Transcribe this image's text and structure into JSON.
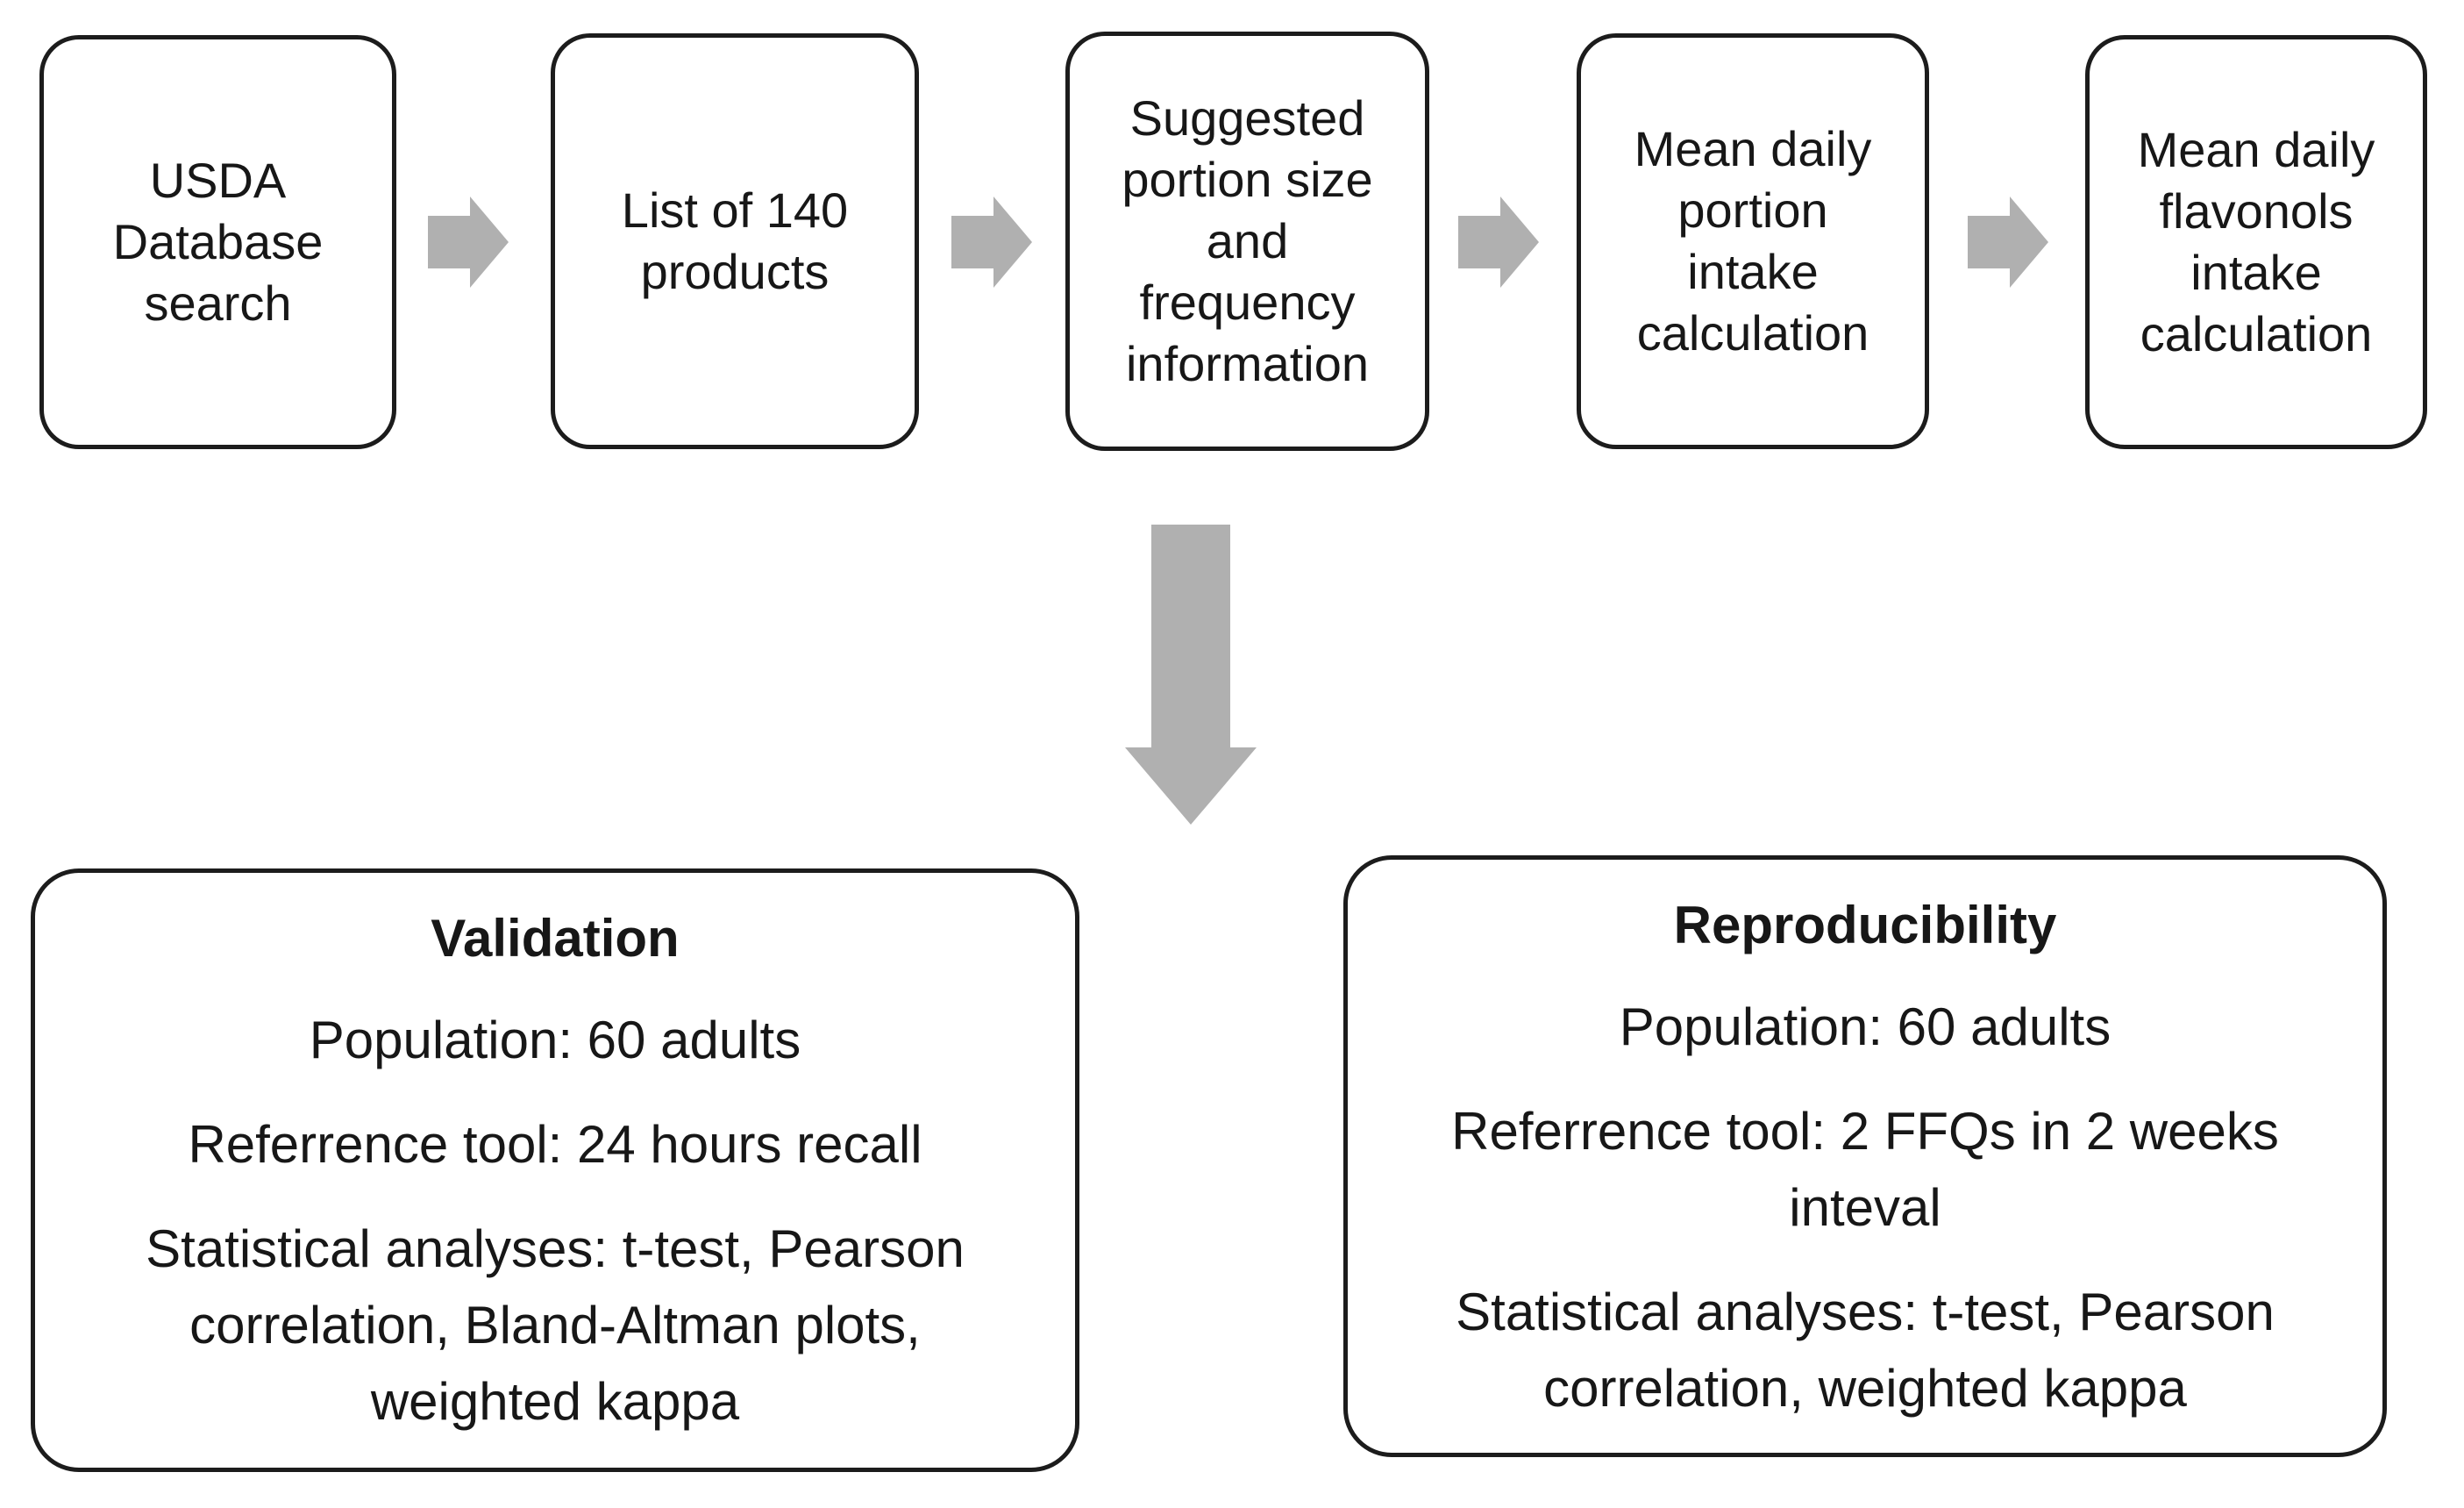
{
  "colors": {
    "background": "#ffffff",
    "box_border": "#1c1c1c",
    "text": "#171717",
    "arrow": "#b0b0b0"
  },
  "icons": {
    "right_arrow": "block-arrow-right",
    "down_arrow": "block-arrow-down"
  },
  "flow": {
    "steps": [
      {
        "label": "USDA\nDatabase\nsearch"
      },
      {
        "label": "List of 140\nproducts"
      },
      {
        "label": "Suggested\nportion size\nand\nfrequency\ninformation"
      },
      {
        "label": "Mean daily\nportion\nintake\ncalculation"
      },
      {
        "label": "Mean daily\nflavonols\nintake\ncalculation"
      }
    ]
  },
  "validation": {
    "title": "Validation",
    "items": [
      "Population: 60 adults",
      "Referrence tool: 24 hours recall",
      "Statistical analyses: t-test, Pearson\ncorrelation, Bland-Altman plots,\nweighted kappa"
    ]
  },
  "reproducibility": {
    "title": "Reproducibility",
    "items": [
      "Population: 60 adults",
      "Referrence tool: 2 FFQs in 2 weeks\ninteval",
      "Statistical analyses: t-test, Pearson\ncorrelation, weighted kappa"
    ]
  }
}
